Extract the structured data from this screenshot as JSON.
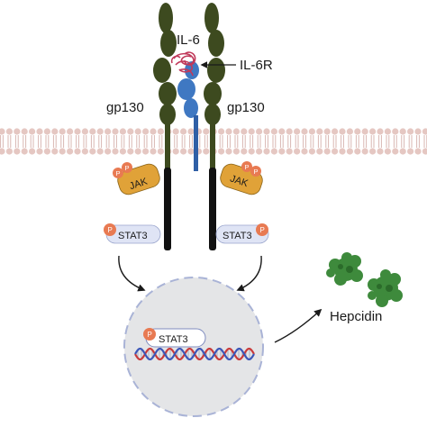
{
  "labels": {
    "il6": "IL-6",
    "il6r": "IL-6R",
    "gp130_left": "gp130",
    "gp130_right": "gp130",
    "jak_left": "JAK",
    "jak_right": "JAK",
    "stat3_left": "STAT3",
    "stat3_right": "STAT3",
    "stat3_nucleus": "STAT3",
    "hepcidin": "Hepcidin",
    "phospho": "P"
  },
  "colors": {
    "gp130": "#3d4a1f",
    "il6r": "#3f78c2",
    "il6": "#c0395a",
    "jak": "#e0a238",
    "phospho": "#e87a52",
    "membrane_head": "#e5c7c2",
    "membrane_tail": "#d9b7b2",
    "nucleus_fill": "#e4e5e7",
    "nucleus_border": "#a9b3d6",
    "dna_red": "#c93a3a",
    "dna_blue": "#3b56b8",
    "hepcidin": "#3e8a3c",
    "stat3_pill": "#dfe4f5"
  }
}
